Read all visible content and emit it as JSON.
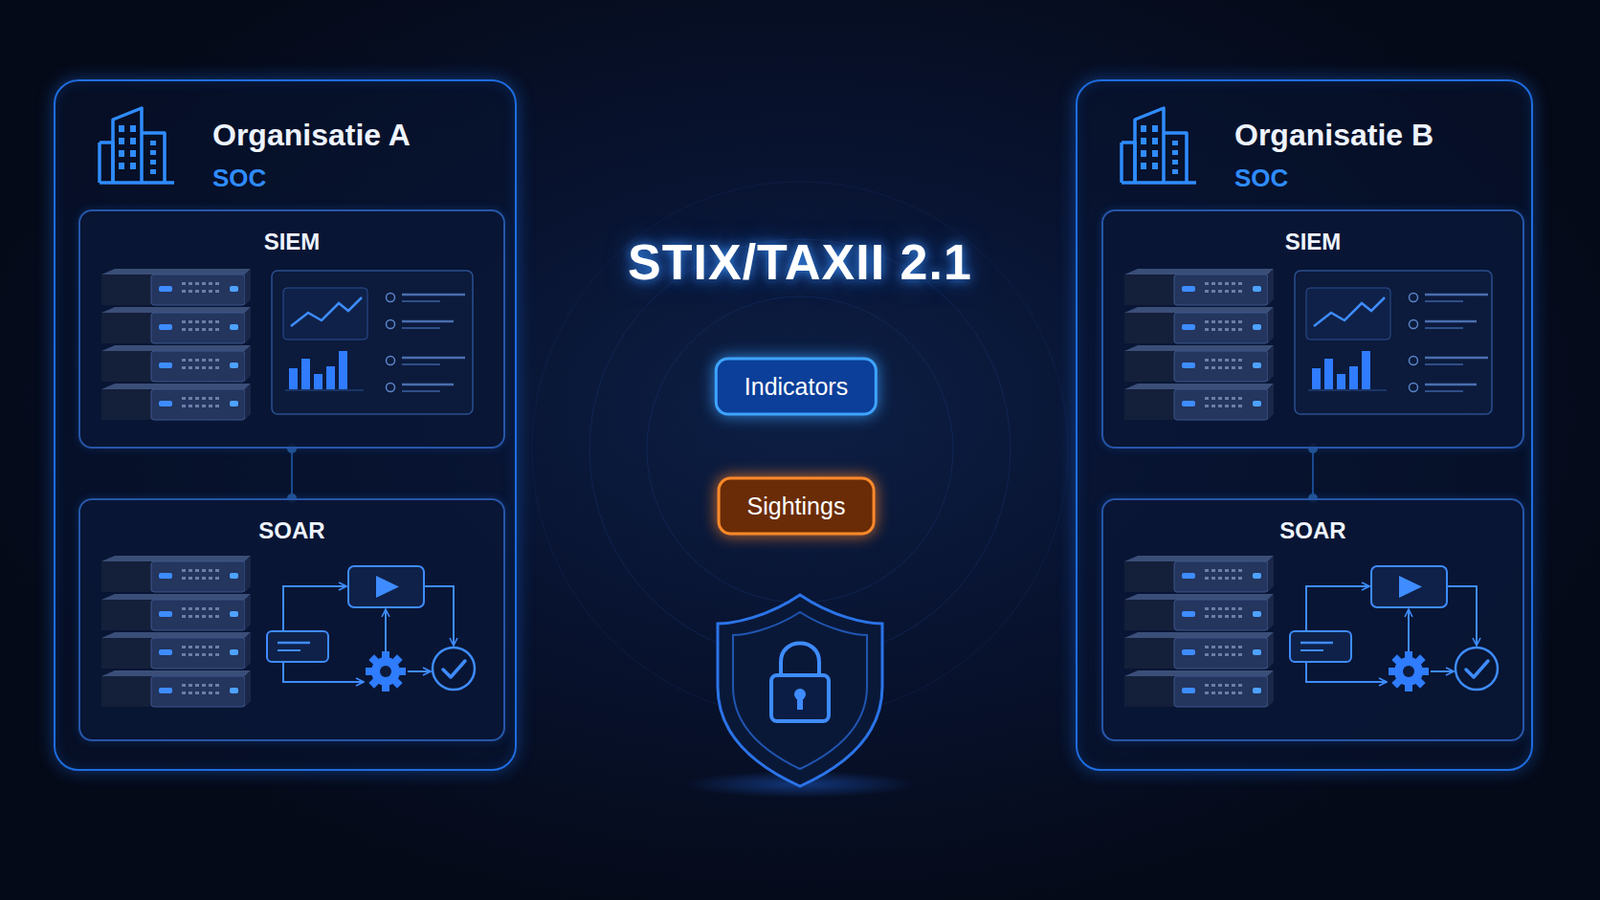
{
  "diagram": {
    "title": "STIX/TAXII 2.1",
    "nodes": [
      {
        "text": [
          "Organisatie A",
          "SOC"
        ]
      },
      {
        "text": [
          "SIEM"
        ],
        "in": 0
      },
      {
        "text": [
          "SOAR"
        ],
        "in": 0
      },
      {
        "text": [
          "Organisatie B",
          "SOC"
        ]
      },
      {
        "text": [
          "SIEM"
        ],
        "in": 3
      },
      {
        "text": [
          "SOAR"
        ],
        "in": 3
      }
    ],
    "edges": [
      {
        "from": 1,
        "to": 2,
        "arrow": "none"
      },
      {
        "from": 4,
        "to": 5,
        "arrow": "none"
      },
      {
        "from": 0,
        "to": 3,
        "arrow": "both"
      },
      {
        "from": 0,
        "to": 3,
        "label": "Indicators",
        "arrow": "to"
      },
      {
        "from": 3,
        "to": 0,
        "label": "Sightings",
        "arrow": "to"
      }
    ]
  }
}
